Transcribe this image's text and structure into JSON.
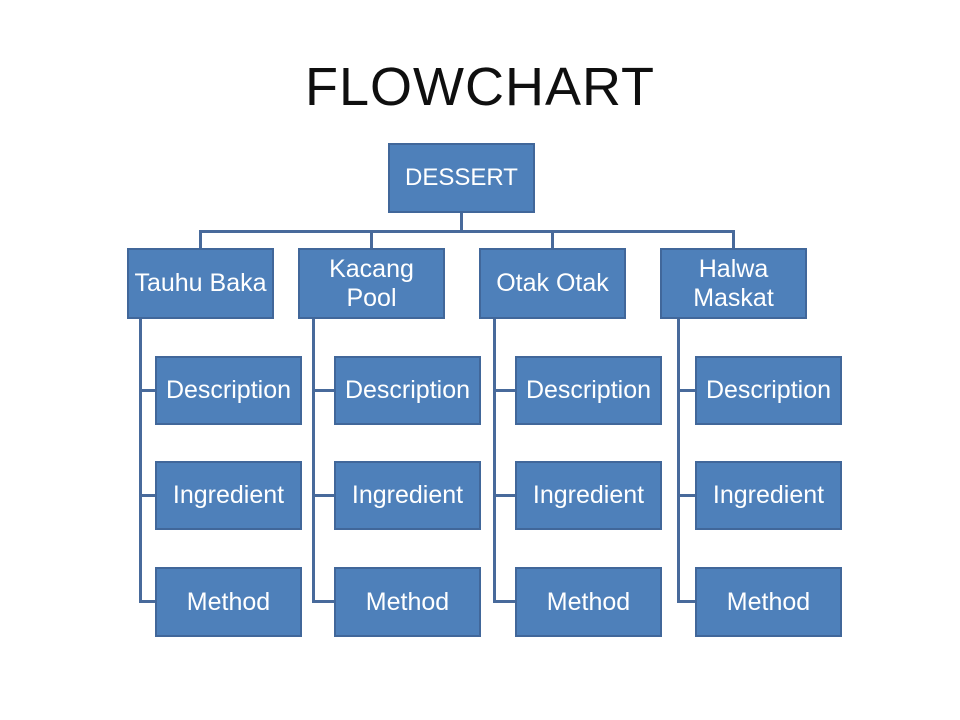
{
  "title": "FLOWCHART",
  "root": {
    "label": "DESSERT"
  },
  "columns": [
    {
      "label": "Tauhu Baka",
      "items": [
        "Description",
        "Ingredient",
        "Method"
      ]
    },
    {
      "label": "Kacang\nPool",
      "items": [
        "Description",
        "Ingredient",
        "Method"
      ]
    },
    {
      "label": "Otak Otak",
      "items": [
        "Description",
        "Ingredient",
        "Method"
      ]
    },
    {
      "label": "Halwa\nMaskat",
      "items": [
        "Description",
        "Ingredient",
        "Method"
      ]
    }
  ],
  "colors": {
    "background": "#ffffff",
    "box_fill": "#4E80BA",
    "box_border": "#41679A",
    "connector": "#486A9B",
    "title_color": "#0f0f0f",
    "label_color": "#ffffff"
  }
}
